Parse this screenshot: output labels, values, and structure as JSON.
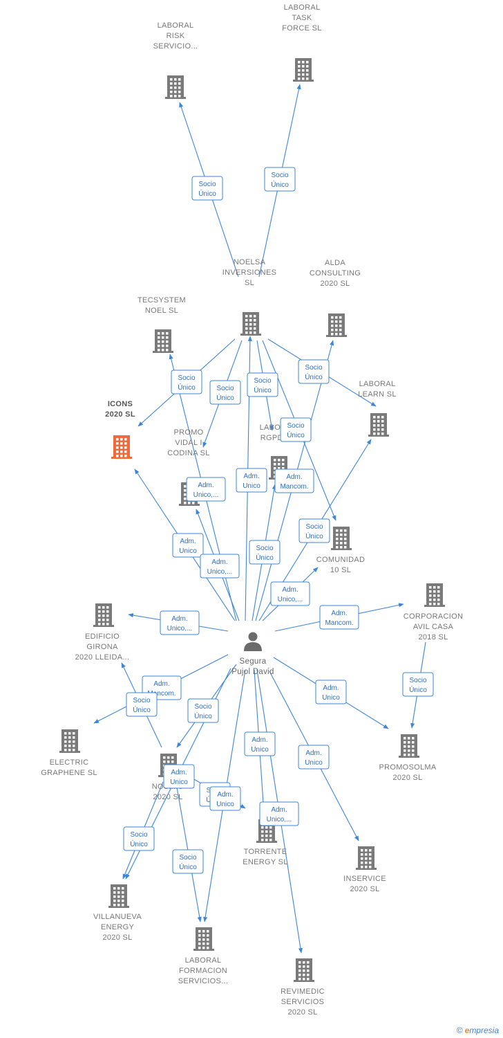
{
  "colors": {
    "edge": "#3d85d8",
    "company_icon": "#7a7a7a",
    "focus_company_icon": "#f06a3c",
    "person_icon": "#6b6b6b",
    "label_text": "#777777"
  },
  "person": {
    "id": "segura",
    "lines": [
      "Segura",
      "Pujol David"
    ],
    "icon": "person-icon"
  },
  "companies": [
    {
      "id": "laboral_risk",
      "lines": [
        "LABORAL",
        "RISK",
        "SERVICIO..."
      ],
      "icon": "building-icon"
    },
    {
      "id": "laboral_task",
      "lines": [
        "LABORAL",
        "TASK",
        "FORCE  SL"
      ],
      "icon": "building-icon"
    },
    {
      "id": "noelsa",
      "lines": [
        "NOELSA",
        "INVERSIONES",
        "SL"
      ],
      "icon": "building-icon"
    },
    {
      "id": "alda",
      "lines": [
        "ALDA",
        "CONSULTING",
        "2020  SL"
      ],
      "icon": "building-icon"
    },
    {
      "id": "tecsystem",
      "lines": [
        "TECSYSTEM",
        "NOEL SL"
      ],
      "icon": "building-icon"
    },
    {
      "id": "icons",
      "lines": [
        "ICONS",
        "2020  SL"
      ],
      "icon": "building-icon",
      "focus": true
    },
    {
      "id": "laboral_learn",
      "lines": [
        "LABORAL",
        "LEARN  SL"
      ],
      "icon": "building-icon"
    },
    {
      "id": "laboral_rgpd",
      "lines": [
        "LABORAL",
        "RGPD  SL"
      ],
      "icon": "building-icon"
    },
    {
      "id": "promo_vidal",
      "lines": [
        "PROMO",
        "VIDAL I",
        "CODINA  SL"
      ],
      "icon": "building-icon"
    },
    {
      "id": "comunidad",
      "lines": [
        "COMUNIDAD",
        "10  SL"
      ],
      "icon": "building-icon"
    },
    {
      "id": "edificio",
      "lines": [
        "EDIFICIO",
        "GIRONA",
        "2020 LLEIDA..."
      ],
      "icon": "building-icon"
    },
    {
      "id": "corporacion",
      "lines": [
        "CORPORACION",
        "AVIL CASA",
        "2018  SL"
      ],
      "icon": "building-icon"
    },
    {
      "id": "electric",
      "lines": [
        "ELECTRIC",
        "GRAPHENE  SL"
      ],
      "icon": "building-icon"
    },
    {
      "id": "nosimo",
      "lines": [
        "NOSIMO",
        "2020  SL"
      ],
      "icon": "building-icon"
    },
    {
      "id": "torrente",
      "lines": [
        "TORRENTE",
        "ENERGY SL"
      ],
      "icon": "building-icon"
    },
    {
      "id": "promosolma",
      "lines": [
        "PROMOSOLMA",
        "2020  SL"
      ],
      "icon": "building-icon"
    },
    {
      "id": "inservice",
      "lines": [
        "INSERVICE",
        "2020  SL"
      ],
      "icon": "building-icon"
    },
    {
      "id": "villanueva",
      "lines": [
        "VILLANUEVA",
        "ENERGY",
        "2020  SL"
      ],
      "icon": "building-icon"
    },
    {
      "id": "laboral_formacion",
      "lines": [
        "LABORAL",
        "FORMACION",
        "SERVICIOS..."
      ],
      "icon": "building-icon"
    },
    {
      "id": "revimedic",
      "lines": [
        "REVIMEDIC",
        "SERVICIOS",
        "2020  SL"
      ],
      "icon": "building-icon"
    }
  ],
  "relations": [
    {
      "from": "noelsa",
      "to": "laboral_risk",
      "lines": [
        "Socio",
        "Único"
      ]
    },
    {
      "from": "noelsa",
      "to": "laboral_task",
      "lines": [
        "Socio",
        "Único"
      ]
    },
    {
      "from": "noelsa",
      "to": "icons",
      "lines": [
        "Socio",
        "Único"
      ]
    },
    {
      "from": "noelsa",
      "to": "promo_vidal",
      "lines": [
        "Socio",
        "Único"
      ]
    },
    {
      "from": "noelsa",
      "to": "laboral_rgpd",
      "lines": [
        "Socio",
        "Único"
      ]
    },
    {
      "from": "noelsa",
      "to": "laboral_learn",
      "lines": [
        "Socio",
        "Único"
      ]
    },
    {
      "from": "noelsa",
      "to": "comunidad",
      "lines": [
        "Socio",
        "Único"
      ]
    },
    {
      "from": "segura",
      "to": "noelsa",
      "lines": [
        "Adm.",
        "Unico,..."
      ]
    },
    {
      "from": "segura",
      "to": "alda",
      "lines": [
        "Adm.",
        "Mancom."
      ]
    },
    {
      "from": "segura",
      "to": "tecsystem",
      "lines": [
        "Adm.",
        "Unico"
      ]
    },
    {
      "from": "segura",
      "to": "promo_vidal",
      "lines": [
        "Adm.",
        "Unico,..."
      ]
    },
    {
      "from": "segura",
      "to": "icons",
      "lines": [
        "Adm.",
        "Unico"
      ]
    },
    {
      "from": "segura",
      "to": "laboral_rgpd",
      "lines": [
        "Socio",
        "Único"
      ]
    },
    {
      "from": "segura",
      "to": "laboral_learn",
      "lines": [
        "Socio",
        "Único"
      ]
    },
    {
      "from": "segura",
      "to": "comunidad",
      "lines": [
        "Adm.",
        "Unico,..."
      ]
    },
    {
      "from": "segura",
      "to": "edificio",
      "lines": [
        "Adm.",
        "Unico,..."
      ]
    },
    {
      "from": "segura",
      "to": "corporacion",
      "lines": [
        "Adm.",
        "Mancom."
      ]
    },
    {
      "from": "corporacion",
      "to": "promosolma",
      "lines": [
        "Socio",
        "Único"
      ]
    },
    {
      "from": "segura",
      "to": "promosolma",
      "lines": [
        "Adm.",
        "Unico"
      ]
    },
    {
      "from": "segura",
      "to": "electric",
      "lines": [
        "Adm.",
        "Mancom."
      ]
    },
    {
      "from": "nosimo",
      "to": "edificio",
      "lines": [
        "Socio",
        "Único"
      ]
    },
    {
      "from": "segura",
      "to": "nosimo",
      "lines": [
        "Socio",
        "Único"
      ]
    },
    {
      "from": "segura",
      "to": "villanueva",
      "lines": [
        "Adm.",
        "Unico"
      ]
    },
    {
      "from": "nosimo",
      "to": "villanueva",
      "lines": [
        "Socio",
        "Único"
      ]
    },
    {
      "from": "nosimo",
      "to": "laboral_formacion",
      "lines": [
        "Socio",
        "Único"
      ]
    },
    {
      "from": "nosimo",
      "to": "torrente",
      "lines": [
        "Socio",
        "Único"
      ]
    },
    {
      "from": "segura",
      "to": "laboral_formacion",
      "lines": [
        "Adm.",
        "Unico"
      ]
    },
    {
      "from": "segura",
      "to": "torrente",
      "lines": [
        "Adm.",
        "Unico"
      ]
    },
    {
      "from": "segura",
      "to": "revimedic",
      "lines": [
        "Adm.",
        "Unico,..."
      ]
    },
    {
      "from": "segura",
      "to": "inservice",
      "lines": [
        "Adm.",
        "Unico"
      ]
    }
  ],
  "footer": {
    "copyright": "©",
    "brand_initial": "e",
    "brand_rest": "mpresia"
  }
}
